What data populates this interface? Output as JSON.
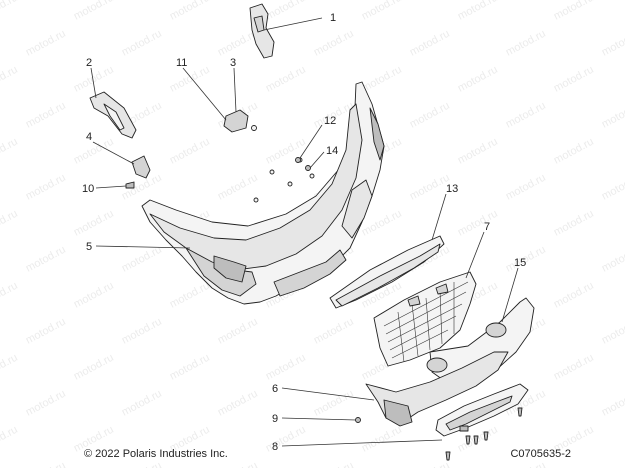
{
  "diagram": {
    "callouts": [
      "1",
      "2",
      "3",
      "4",
      "5",
      "6",
      "7",
      "8",
      "9",
      "10",
      "11",
      "12",
      "13",
      "14",
      "15"
    ]
  },
  "watermark_text": "motod.ru",
  "footer": {
    "copyright": "© 2022 Polaris Industries Inc.",
    "drawing_id": "C0705635-2"
  }
}
